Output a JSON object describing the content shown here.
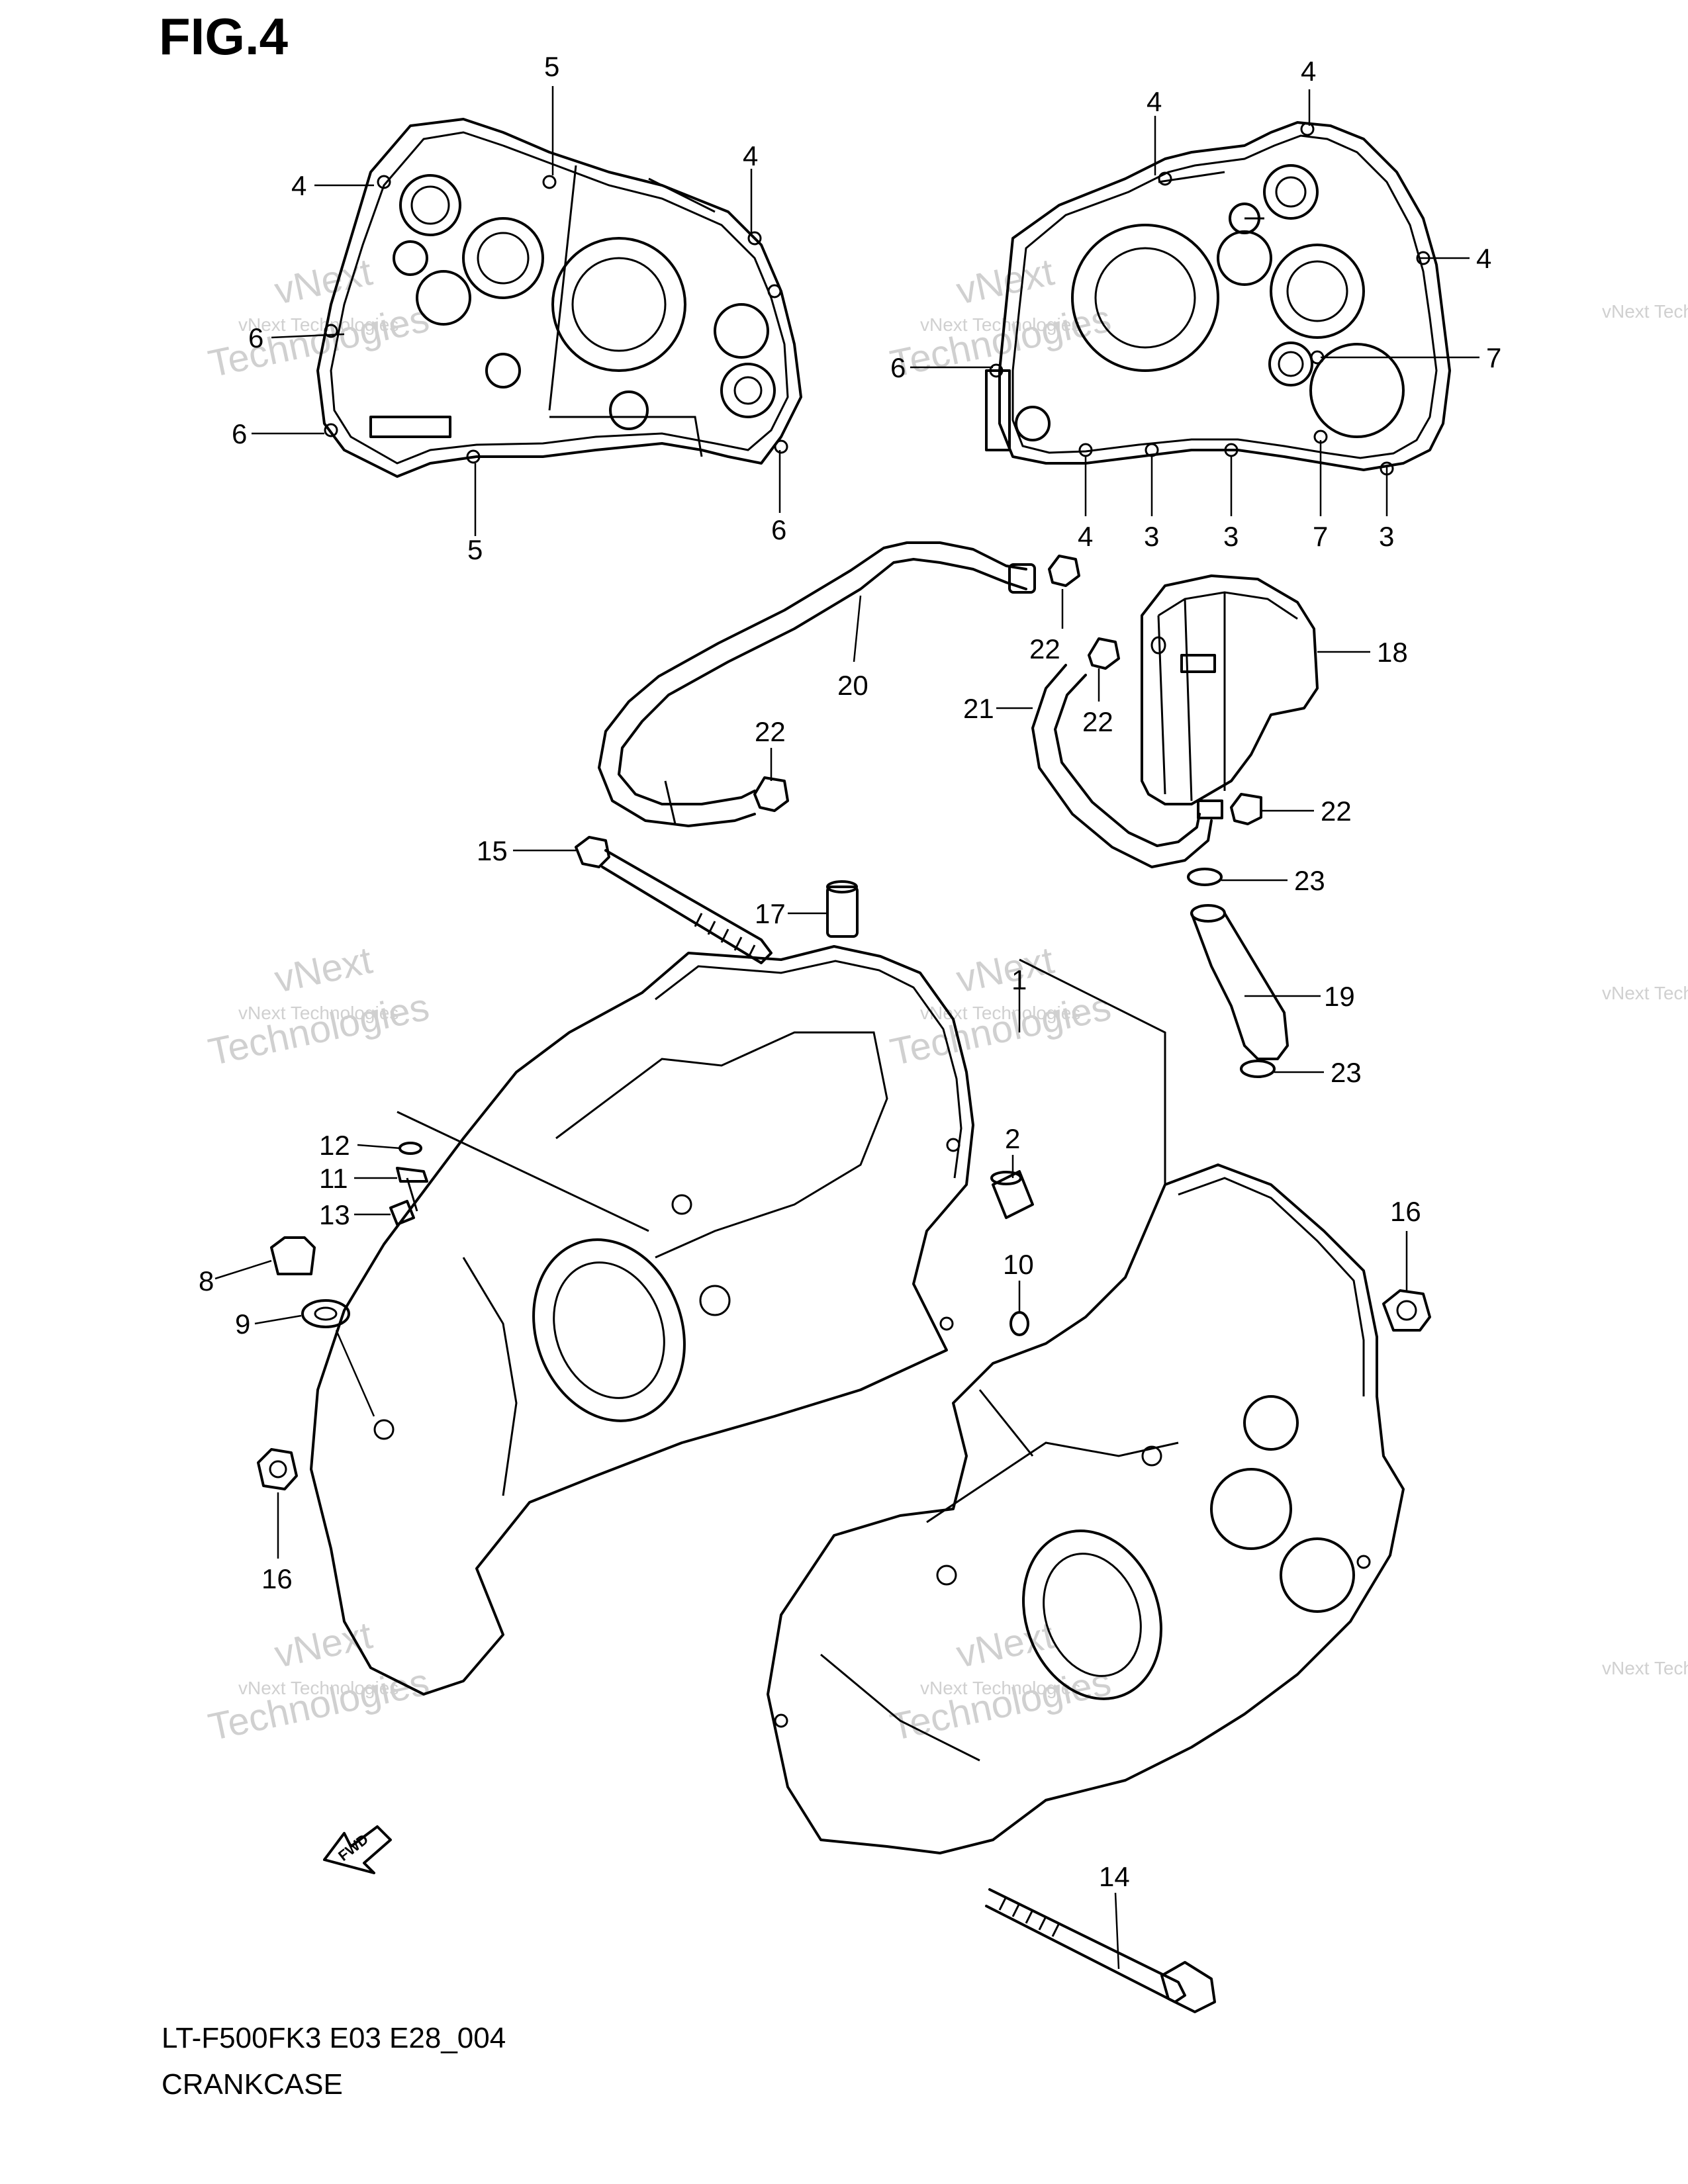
{
  "figure": {
    "title": "FIG.4",
    "model_code": "LT-F500FK3  E03  E28_004",
    "section_name": "CRANKCASE"
  },
  "watermark": {
    "line1": "vNext Technologies",
    "line2": "vNext",
    "line3": "Technologies"
  },
  "fwd_label": "FWD",
  "callouts": [
    {
      "id": "c5a",
      "label": "5"
    },
    {
      "id": "c4a",
      "label": "4"
    },
    {
      "id": "c4b",
      "label": "4"
    },
    {
      "id": "c6a",
      "label": "6"
    },
    {
      "id": "c6b",
      "label": "6"
    },
    {
      "id": "c5b",
      "label": "5"
    },
    {
      "id": "c6c",
      "label": "6"
    },
    {
      "id": "c4c",
      "label": "4"
    },
    {
      "id": "c4d",
      "label": "4"
    },
    {
      "id": "c4e",
      "label": "4"
    },
    {
      "id": "c6d",
      "label": "6"
    },
    {
      "id": "c7a",
      "label": "7"
    },
    {
      "id": "c4f",
      "label": "4"
    },
    {
      "id": "c3a",
      "label": "3"
    },
    {
      "id": "c3b",
      "label": "3"
    },
    {
      "id": "c7b",
      "label": "7"
    },
    {
      "id": "c3c",
      "label": "3"
    },
    {
      "id": "c18",
      "label": "18"
    },
    {
      "id": "c22a",
      "label": "22"
    },
    {
      "id": "c20",
      "label": "20"
    },
    {
      "id": "c21",
      "label": "21"
    },
    {
      "id": "c22b",
      "label": "22"
    },
    {
      "id": "c22c",
      "label": "22"
    },
    {
      "id": "c22d",
      "label": "22"
    },
    {
      "id": "c15",
      "label": "15"
    },
    {
      "id": "c23a",
      "label": "23"
    },
    {
      "id": "c17",
      "label": "17"
    },
    {
      "id": "c1",
      "label": "1"
    },
    {
      "id": "c19",
      "label": "19"
    },
    {
      "id": "c23b",
      "label": "23"
    },
    {
      "id": "c12",
      "label": "12"
    },
    {
      "id": "c11",
      "label": "11"
    },
    {
      "id": "c13",
      "label": "13"
    },
    {
      "id": "c2",
      "label": "2"
    },
    {
      "id": "c8",
      "label": "8"
    },
    {
      "id": "c10",
      "label": "10"
    },
    {
      "id": "c16a",
      "label": "16"
    },
    {
      "id": "c9",
      "label": "9"
    },
    {
      "id": "c16b",
      "label": "16"
    },
    {
      "id": "c14",
      "label": "14"
    }
  ]
}
